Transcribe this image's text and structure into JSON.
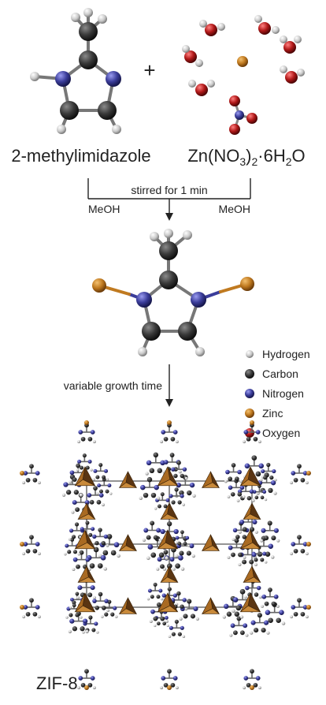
{
  "reactants": {
    "ligand_label": "2-methylimidazole",
    "salt_label": {
      "part1": "Zn(NO",
      "sub1": "3",
      "part2": ")",
      "sub2": "2",
      "part3": "·6H",
      "sub3": "2",
      "part4": "O"
    },
    "plus_sign": "+"
  },
  "step1": {
    "condition": "stirred for 1 min",
    "solvent_left": "MeOH",
    "solvent_right": "MeOH"
  },
  "step2": {
    "condition": "variable growth time"
  },
  "legend": {
    "items": [
      {
        "label": "Hydrogen",
        "color": "#c9c9c9"
      },
      {
        "label": "Carbon",
        "color": "#3a3a3a"
      },
      {
        "label": "Nitrogen",
        "color": "#3b3d9a"
      },
      {
        "label": "Zinc",
        "color": "#c07a20"
      },
      {
        "label": "Oxygen",
        "color": "#b01818"
      }
    ]
  },
  "product": {
    "label": "ZIF-8"
  },
  "colors": {
    "hydrogen": "#c9c9c9",
    "carbon": "#3a3a3a",
    "nitrogen": "#3b3d9a",
    "zinc": "#c07a20",
    "oxygen": "#b01818",
    "tetrahedron": "#a96a22",
    "tetrahedron_dark": "#5a3512"
  }
}
